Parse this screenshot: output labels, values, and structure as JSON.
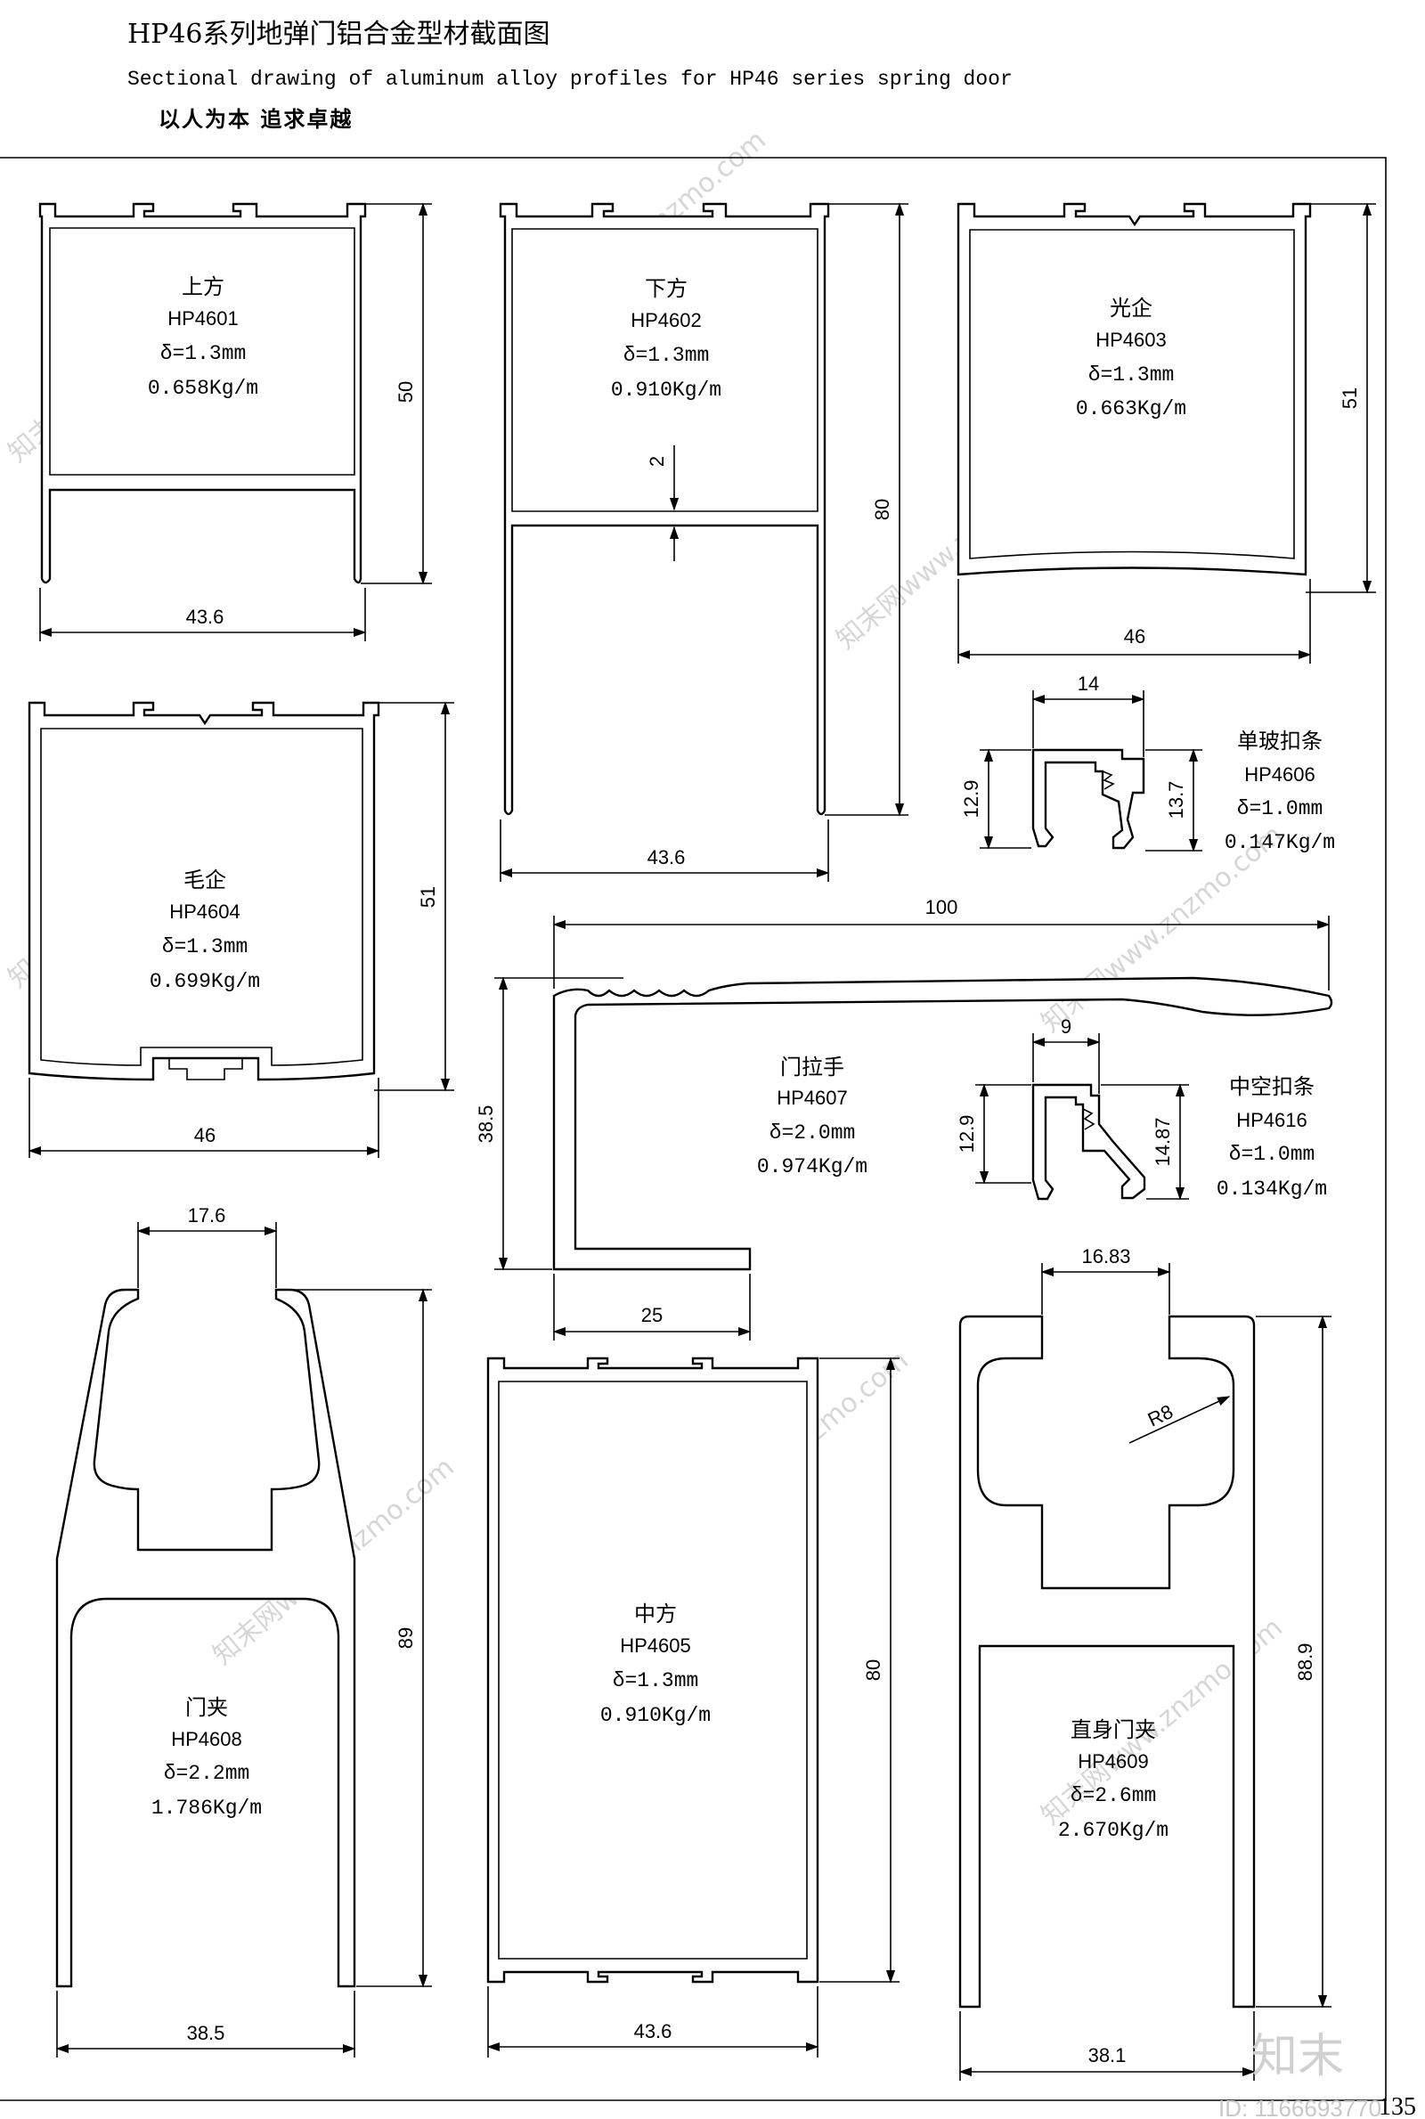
{
  "header": {
    "title": "HP46系列地弹门铝合金型材截面图",
    "subtitle": "Sectional drawing of aluminum alloy profiles for HP46 series spring door",
    "slogan": "以人为本 追求卓越"
  },
  "profiles": [
    {
      "name": "上方",
      "code": "HP4601",
      "thickness": "δ=1.3mm",
      "weight": "0.658Kg/m",
      "dims": [
        "50",
        "43.6"
      ]
    },
    {
      "name": "下方",
      "code": "HP4602",
      "thickness": "δ=1.3mm",
      "weight": "0.910Kg/m",
      "dims": [
        "2",
        "80",
        "43.6"
      ]
    },
    {
      "name": "光企",
      "code": "HP4603",
      "thickness": "δ=1.3mm",
      "weight": "0.663Kg/m",
      "dims": [
        "51",
        "46"
      ]
    },
    {
      "name": "毛企",
      "code": "HP4604",
      "thickness": "δ=1.3mm",
      "weight": "0.699Kg/m",
      "dims": [
        "51",
        "46"
      ]
    },
    {
      "name": "单玻扣条",
      "code": "HP4606",
      "thickness": "δ=1.0mm",
      "weight": "0.147Kg/m",
      "dims": [
        "14",
        "12.9",
        "13.7"
      ]
    },
    {
      "name": "门拉手",
      "code": "HP4607",
      "thickness": "δ=2.0mm",
      "weight": "0.974Kg/m",
      "dims": [
        "100",
        "38.5",
        "25"
      ]
    },
    {
      "name": "中空扣条",
      "code": "HP4616",
      "thickness": "δ=1.0mm",
      "weight": "0.134Kg/m",
      "dims": [
        "9",
        "12.9",
        "14.87"
      ]
    },
    {
      "name": "门夹",
      "code": "HP4608",
      "thickness": "δ=2.2mm",
      "weight": "1.786Kg/m",
      "dims": [
        "17.6",
        "89",
        "38.5"
      ]
    },
    {
      "name": "中方",
      "code": "HP4605",
      "thickness": "δ=1.3mm",
      "weight": "0.910Kg/m",
      "dims": [
        "80",
        "43.6"
      ]
    },
    {
      "name": "直身门夹",
      "code": "HP4609",
      "thickness": "δ=2.6mm",
      "weight": "2.670Kg/m",
      "dims": [
        "16.83",
        "R8",
        "88.9",
        "38.1"
      ]
    }
  ],
  "footer": {
    "page_number": "135",
    "watermark_logo": "知末",
    "watermark_id": "ID: 1166693770",
    "watermark_text": "知末网www.znzmo.com"
  },
  "colors": {
    "line": "#000000",
    "background": "#ffffff",
    "watermark": "#d6d6d6"
  }
}
